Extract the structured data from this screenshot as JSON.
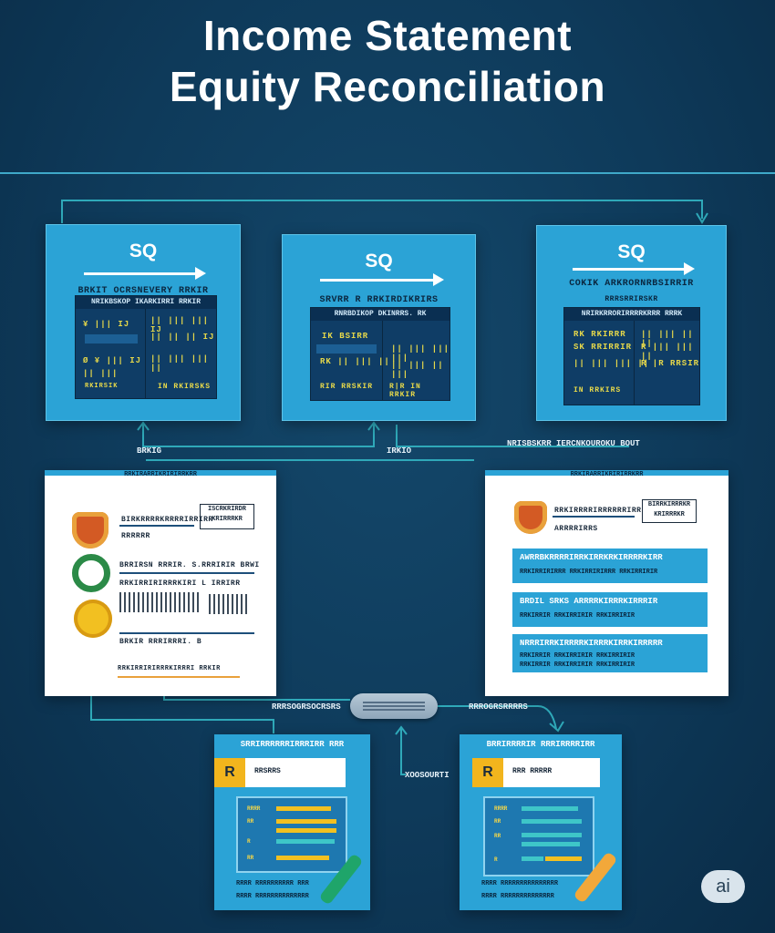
{
  "title": {
    "line1": "Income Statement",
    "line2": "Equity Reconciliation"
  },
  "top_cards": [
    {
      "heading": "SQ",
      "caption": "BRKIT OCRSNEVERY RRKIR",
      "panel_header": "NRIKBSKOP IKARKIRRI RRKIR",
      "cells": [
        "¥ ||| IJ",
        "|| ||| ||| IJ",
        "Ø ¥ ||| IJ",
        "|| || || IJ",
        "|| |||",
        "|| ||| ||| ||",
        "RKIRSIK",
        "IN RKIRSKS"
      ]
    },
    {
      "heading": "SQ",
      "caption": "SRVRR R RRKIRDIKRIRS",
      "panel_header": "RNRBDIKOP DKINRRS. RK",
      "cells": [
        "IK BSIRR",
        "|| ||| ||| |||",
        "RK || ||| ||",
        "|| ||| || |||",
        "RIR RRSKIR",
        "R|R IN RRKIR"
      ]
    },
    {
      "heading": "SQ",
      "caption": "COKIK ARKRORNRBSIRRIR",
      "panel_header": "NRIRKRRORIRRRRKRRR RRRK",
      "cells": [
        "RK RKIRRR",
        "|| ||| || ||",
        "SK RRIRRIR",
        "R ||| ||| ||",
        "|| ||| ||| ||",
        "R |R RRSIR",
        "IN RRKIRS"
      ]
    }
  ],
  "mid_labels": {
    "left": "BRKIG",
    "center": "IRKIO",
    "right": "NRISBSKRR IERCNKOUROKU BOUT"
  },
  "left_doc": {
    "top_label": "RRKIRARRIKRIRIRRKRR",
    "header_text": "BIRKRRRRKRRRRIRRIRR",
    "box_text": "ISCRKRIRDR KRIRRRKR",
    "sub_text": "RRRRRR",
    "row1": "BRRIRSN RRRIR. S.RRRIRIR BRWI",
    "row2": "RRKIRRIRIRRRKIRI L  IRRIRR",
    "row3": "BRKIR RRRIRRRI. B",
    "row4": "RRKIRRIRIRRRKIRRRI RRKIR"
  },
  "right_doc": {
    "top_label": "RRKIRARRIKRIRIRRKRR",
    "header_text": "RRKIRRRRIRRRRRRIRR",
    "box_text": "BIRRKIRRRKR KRIRRRKR",
    "sub_text": "ARRRRIRRS",
    "bands": [
      {
        "title": "AWRRBKRRRRIRRKIRRKRKIRRRRKIRR",
        "sub": "RRKIRRIRIRRR RRKIRRIRIRRR  RRKIRRIRIR"
      },
      {
        "title": "BRDIL  SRKS ARRRRKIRRRKIRRRIR",
        "sub": "RRKIRRIR  RRKIRRIRIR  RRKIRRIRIR"
      },
      {
        "title": "NRRRIRRKIRRRRKIRRRKIRRKIRRRRR",
        "sub": "RRKIRRIR  RRKIRRIRIR  RRKIRRIRIR"
      }
    ]
  },
  "connector_labels": {
    "left": "RRRSOGRSOCRSRS",
    "right": "RRROGRSRRRRS",
    "center": "XOOSOURTI"
  },
  "bottom_cards": [
    {
      "title": "SRRIRRRRRRIRRRIRR RRR",
      "strip_letter": "R",
      "strip_text": "RRSRRS",
      "footer1": "RRRR RRRRRRRRRR  RRR",
      "footer2": "RRRR RRRRRRRRRRRRRR"
    },
    {
      "title": "BRRIRRRRIR RRRIRRRRIRR",
      "strip_letter": "R",
      "strip_text": "RRR RRRRR",
      "footer1": "RRRR RRRRRRRRRRRRRRR",
      "footer2": "RRRR RRRRRRRRRRRRRR"
    }
  ],
  "badge": "ai",
  "colors": {
    "background": "#0e3a5a",
    "card_blue": "#2ba3d6",
    "panel_navy": "#0f3d66",
    "accent_yellow": "#f2b51d",
    "wire": "#3fa9c9"
  }
}
